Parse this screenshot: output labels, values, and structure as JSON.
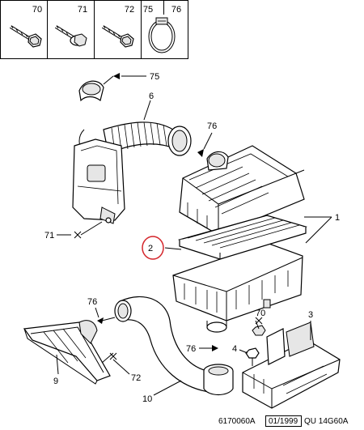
{
  "header_boxes": [
    {
      "number": "70",
      "icon": "bolt-icon"
    },
    {
      "number": "71",
      "icon": "bolt-washer-icon"
    },
    {
      "number": "72",
      "icon": "bolt-flange-icon"
    },
    {
      "numbers": [
        "75",
        "76"
      ],
      "icon": "hose-clamp-icon"
    }
  ],
  "callouts": {
    "c1": "1",
    "c2": "2",
    "c3": "3",
    "c4": "4",
    "c6": "6",
    "c9": "9",
    "c10": "10",
    "c70": "70",
    "c71": "71",
    "c72": "72",
    "c75": "75",
    "c76a": "76",
    "c76b": "76",
    "c76c": "76"
  },
  "highlight_color": "#d4242a",
  "footer": {
    "ref": "6170060A",
    "date": "01/1999",
    "model": "QU 14G60A"
  }
}
